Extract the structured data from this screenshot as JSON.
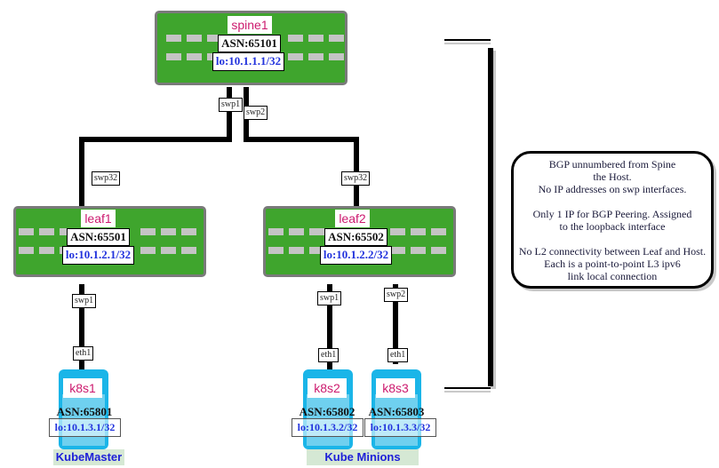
{
  "spine": {
    "name": "spine1",
    "asn": "ASN:65101",
    "lo": "lo:10.1.1.1/32",
    "ports": [
      "swp1",
      "swp2"
    ]
  },
  "leaves": [
    {
      "name": "leaf1",
      "asn": "ASN:65501",
      "lo": "lo:10.1.2.1/32",
      "uplink": "swp32",
      "downlinks": [
        "swp1"
      ]
    },
    {
      "name": "leaf2",
      "asn": "ASN:65502",
      "lo": "lo:10.1.2.2/32",
      "uplink": "swp32",
      "downlinks": [
        "swp1",
        "swp2"
      ]
    }
  ],
  "hosts": [
    {
      "name": "k8s1",
      "asn": "ASN:65801",
      "lo": "lo:10.1.3.1/32",
      "iface": "eth1"
    },
    {
      "name": "k8s2",
      "asn": "ASN:65802",
      "lo": "lo:10.1.3.2/32",
      "iface": "eth1"
    },
    {
      "name": "k8s3",
      "asn": "ASN:65803",
      "lo": "lo:10.1.3.3/32",
      "iface": "eth1"
    }
  ],
  "groups": {
    "master": "KubeMaster",
    "minions": "Kube Minions"
  },
  "note": {
    "lines_1": [
      "BGP unnumbered from Spine",
      "the Host.",
      "No IP addresses on swp interfaces."
    ],
    "lines_2": [
      "Only 1 IP for BGP Peering. Assigned",
      "to the loopback interface"
    ],
    "lines_3": [
      "No L2 connectivity between Leaf and Host.",
      "Each is a point-to-point L3 ipv6",
      "link local connection"
    ]
  },
  "colors": {
    "switch_green": "#3fa52d",
    "host_blue": "#1ab5e8",
    "name_magenta": "#cc1a6e",
    "loopback_blue": "#2233dd",
    "group_bg": "#d5e8d4"
  }
}
